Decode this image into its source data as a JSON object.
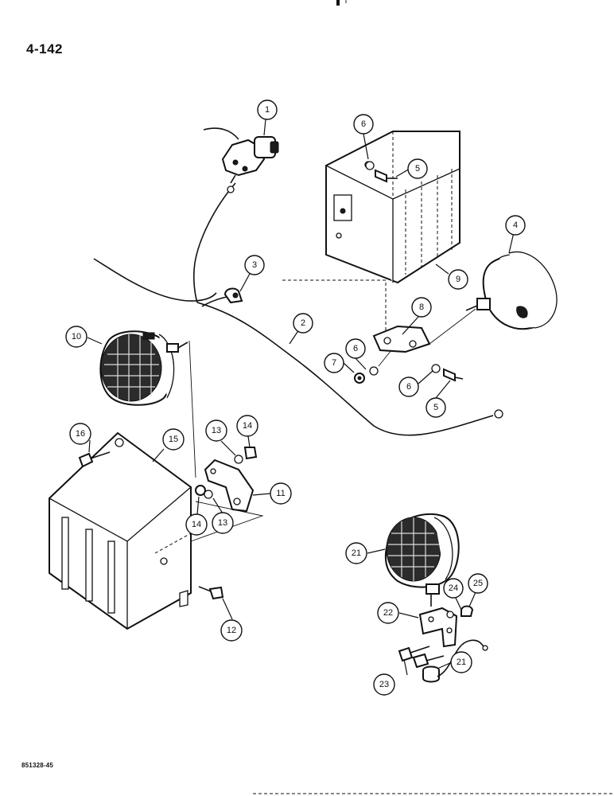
{
  "page": {
    "page_number": "4-142",
    "figure_code": "851328-45"
  },
  "callouts": [
    {
      "id": "c1",
      "label": "1"
    },
    {
      "id": "c2",
      "label": "2"
    },
    {
      "id": "c3",
      "label": "3"
    },
    {
      "id": "c4",
      "label": "4"
    },
    {
      "id": "c5a",
      "label": "5"
    },
    {
      "id": "c5b",
      "label": "5"
    },
    {
      "id": "c6a",
      "label": "6"
    },
    {
      "id": "c6b",
      "label": "6"
    },
    {
      "id": "c6c",
      "label": "6"
    },
    {
      "id": "c7",
      "label": "7"
    },
    {
      "id": "c8",
      "label": "8"
    },
    {
      "id": "c9",
      "label": "9"
    },
    {
      "id": "c10",
      "label": "10"
    },
    {
      "id": "c11",
      "label": "11"
    },
    {
      "id": "c12",
      "label": "12"
    },
    {
      "id": "c13a",
      "label": "13"
    },
    {
      "id": "c13b",
      "label": "13"
    },
    {
      "id": "c14a",
      "label": "14"
    },
    {
      "id": "c14b",
      "label": "14"
    },
    {
      "id": "c15",
      "label": "15"
    },
    {
      "id": "c16",
      "label": "16"
    },
    {
      "id": "c21a",
      "label": "21"
    },
    {
      "id": "c21b",
      "label": "21"
    },
    {
      "id": "c22",
      "label": "22"
    },
    {
      "id": "c23",
      "label": "23"
    },
    {
      "id": "c24",
      "label": "24"
    },
    {
      "id": "c25",
      "label": "25"
    }
  ]
}
